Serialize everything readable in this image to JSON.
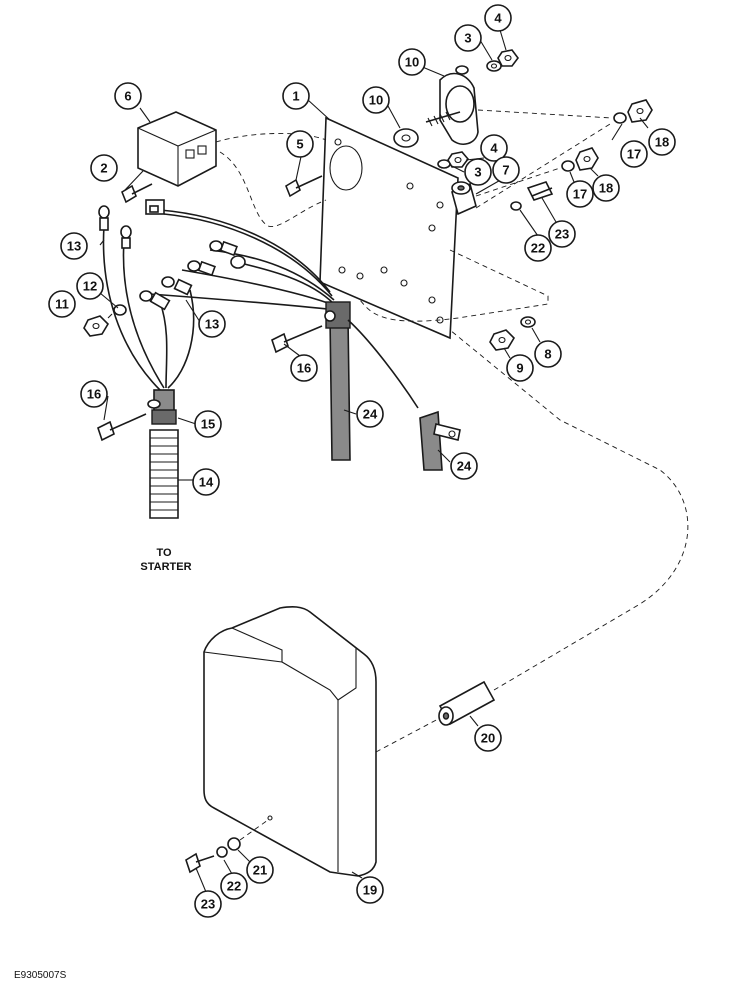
{
  "figure_id": "E9305007S",
  "starter_label": {
    "line1": "TO",
    "line2": "STARTER"
  },
  "callouts": [
    "1",
    "2",
    "3",
    "3",
    "4",
    "4",
    "5",
    "6",
    "7",
    "8",
    "9",
    "10",
    "10",
    "11",
    "12",
    "13",
    "13",
    "14",
    "15",
    "16",
    "16",
    "17",
    "17",
    "18",
    "18",
    "19",
    "20",
    "21",
    "22",
    "22",
    "23",
    "23",
    "24",
    "24"
  ]
}
